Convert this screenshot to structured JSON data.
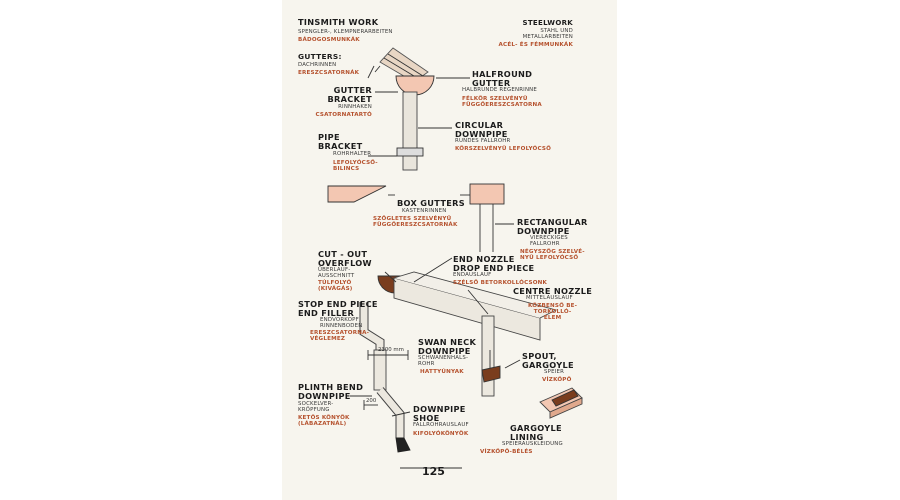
{
  "header": {
    "left": {
      "en": "TINSMITH WORK",
      "de": "SPENGLER-, KLEMPNERARBEITEN",
      "hu": "BÁDOGOSMUNKÁK"
    },
    "right": {
      "en": "STEELWORK",
      "de": "STAHL UND\nMETALLARBEITEN",
      "hu": "ACÉL- ÉS FÉMMUNKÁK"
    }
  },
  "labels": {
    "gutters": {
      "en": "GUTTERS:",
      "de": "DACHRINNEN",
      "hu": "ERESZCSATORNÁK"
    },
    "halfround": {
      "en": "HALFROUND\nGUTTER",
      "de": "HALBRUNDE REGENRINNE",
      "hu": "FÉLKÖR SZELVÉNYŰ\nFÜGGŐERESZCSATORNA"
    },
    "gutter_bracket": {
      "en": "GUTTER\nBRACKET",
      "de": "RINNHAKEN",
      "hu": "CSATORNATARTÓ"
    },
    "circular": {
      "en": "CIRCULAR\nDOWNPIPE",
      "de": "RUNDES FALLROHR",
      "hu": "KÖRSZELVÉNYŰ LEFOLYÓCSŐ"
    },
    "pipe_bracket": {
      "en": "PIPE\nBRACKET",
      "de": "ROHRHALTER",
      "hu": "LEFOLYÓCSŐ-\nBILINCS"
    },
    "box_gutters": {
      "en": "BOX GUTTERS",
      "de": "KASTENRINNEN",
      "hu": "SZÖGLETES SZELVÉNYŰ\nFÜGGŐERESZCSATORNÁK"
    },
    "rect_downpipe": {
      "en": "RECTANGULAR\nDOWNPIPE",
      "de": "VIERECKIGES\nFALLROHR",
      "hu": "NÉGYSZÖG SZELVÉ-\nNYŰ LEFOLYÓCSŐ"
    },
    "overflow": {
      "en": "CUT - OUT\nOVERFLOW",
      "de": "ÜBERLAUF-\nAUSSCHNITT",
      "hu": "TÚLFOLYÓ\n(KIVÁGÁS)"
    },
    "end_nozzle": {
      "en": "END NOZZLE\nDROP END PIECE",
      "de": "ENDAUSLAUF",
      "hu": "SZÉLSŐ BETORKOLLÓCSONK"
    },
    "centre_nozzle": {
      "en": "CENTRE NOZZLE",
      "de": "MITTELAUSLAUF",
      "hu": "KÖZBENSŐ BE-\nTORKOLLÓ-\nELEM"
    },
    "stop_end": {
      "en": "STOP END PIECE\nEND FILLER",
      "de": "ENDVORKOPF,\nRINNENBODEN",
      "hu": "ERESZCSATORNA-\nVÉGLEMEZ"
    },
    "swan_neck": {
      "en": "SWAN NECK\nDOWNPIPE",
      "de": "SCHWANENHALS-\nROHR",
      "hu": "HATTYÚNYAK"
    },
    "spout": {
      "en": "SPOUT,\nGARGOYLE",
      "de": "SPEIER",
      "hu": "VÍZKÖPŐ"
    },
    "plinth": {
      "en": "PLINTH BEND\nDOWNPIPE",
      "de": "SOCKELVER-\nKRÖPFUNG",
      "hu": "KETŐS KÖNYÖK\n(LÁBAZATNÁL)"
    },
    "shoe": {
      "en": "DOWNPIPE\nSHOE",
      "de": "FALLROHRAUSLAUF",
      "hu": "KIFOLYÓKÖNYÖK"
    },
    "gargoyle_lining": {
      "en": "GARGOYLE\nLINING",
      "de": "SPEIERAUSKLEIDUNG",
      "hu": "VÍZKÖPŐ-BÉLÉS"
    }
  },
  "dimensions": {
    "swan": "2300 mm",
    "plinth": "200"
  },
  "page_number": "125",
  "colors": {
    "paper": "#f7f5ee",
    "salmon": "#f3c7b2",
    "brown": "#7a3d1e",
    "red": "#b5512d",
    "ink": "#1c1c1c"
  }
}
